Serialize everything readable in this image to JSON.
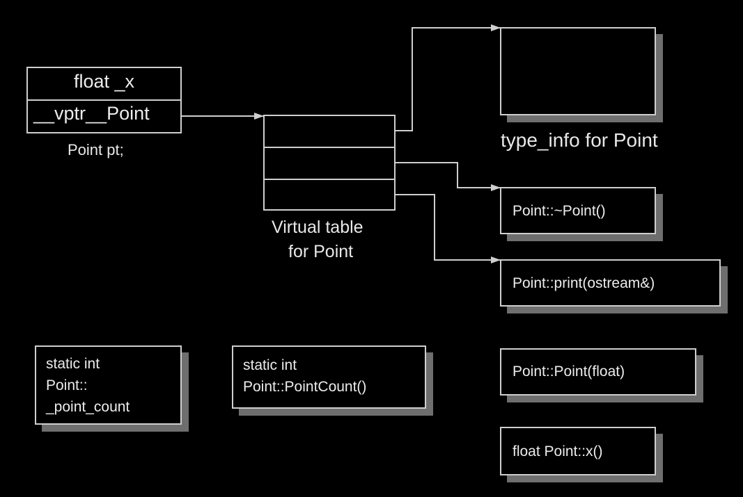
{
  "colors": {
    "background": "#000000",
    "lines": "#cfcfcf",
    "shadow": "#6e6e6e",
    "text": "#e8e8e8"
  },
  "object": {
    "field_x": "float _x",
    "field_vptr": "__vptr__Point",
    "caption": "Point pt;"
  },
  "vtable": {
    "caption_line1": "Virtual table",
    "caption_line2": "for Point"
  },
  "type_info": {
    "caption": "type_info for Point"
  },
  "functions": {
    "destructor": "Point::~Point()",
    "print": "Point::print(ostream&)",
    "constructor": "Point::Point(float)",
    "accessor": "float Point::x()"
  },
  "statics": {
    "point_count_line1": "static int",
    "point_count_line2": "Point::",
    "point_count_line3": "_point_count",
    "point_count_fn_line1": "static int",
    "point_count_fn_line2": "Point::PointCount()"
  }
}
